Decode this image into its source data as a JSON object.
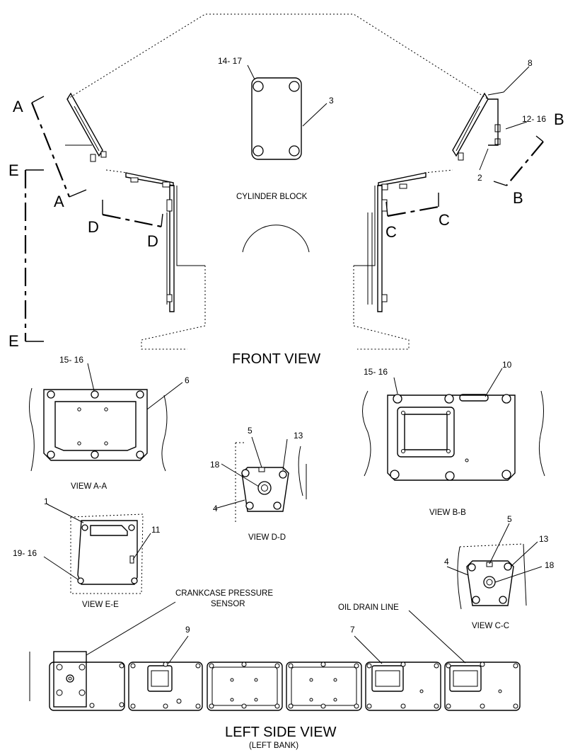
{
  "titles": {
    "front_view": "FRONT VIEW",
    "left_side_view": "LEFT SIDE VIEW",
    "left_bank": "(LEFT BANK)"
  },
  "labels": {
    "cylinder_block": "CYLINDER BLOCK",
    "crankcase_line1": "CRANKCASE PRESSURE",
    "crankcase_line2": "SENSOR",
    "oil_drain_line": "OIL DRAIN LINE"
  },
  "view_captions": {
    "aa": "VIEW A-A",
    "bb": "VIEW B-B",
    "cc": "VIEW C-C",
    "dd": "VIEW D-D",
    "ee": "VIEW E-E"
  },
  "section_markers": {
    "a": "A",
    "b": "B",
    "c": "C",
    "d": "D",
    "e": "E"
  },
  "callouts": {
    "p14_17": "14- 17",
    "p3": "3",
    "p8": "8",
    "p12_16": "12- 16",
    "p2": "2",
    "p15_16_a": "15- 16",
    "p6": "6",
    "p15_16_b": "15- 16",
    "p10": "10",
    "p5_d": "5",
    "p13_d": "13",
    "p18_d": "18",
    "p4_d": "4",
    "p1": "1",
    "p11": "11",
    "p19_16": "19- 16",
    "p5_c": "5",
    "p13_c": "13",
    "p18_c": "18",
    "p4_c": "4",
    "p9": "9",
    "p7": "7"
  }
}
